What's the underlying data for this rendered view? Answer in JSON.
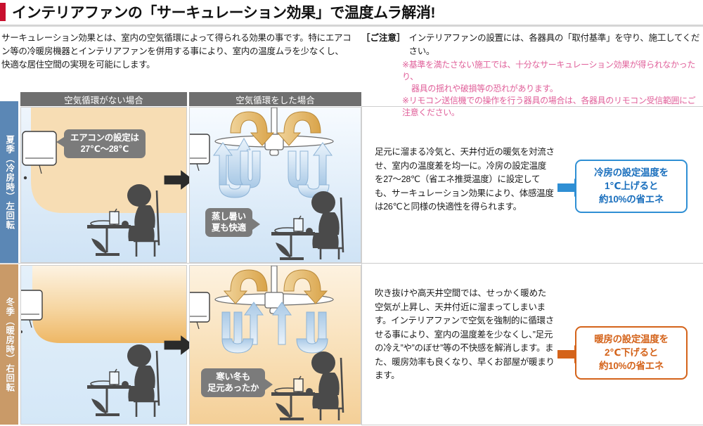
{
  "header": {
    "title": "インテリアファンの「サーキュレーション効果」で温度ムラ解消!",
    "accent_color": "#c8102e"
  },
  "intro": {
    "left_text": "サーキュレーション効果とは、室内の空気循環によって得られる効果の事です。特にエアコン等の冷暖房機器とインテリアファンを併用する事により、室内の温度ムラを少なくし、快適な居住空間の実現を可能にします。",
    "notice_label": "［ご注意］",
    "notice_main": "インテリアファンの設置には、各器具の「取付基準」を守り、施工してください。",
    "notice_items": [
      "※基準を満たさない施工では、十分なサーキュレーション効果が得られなかったり、",
      "器具の揺れや破損等の恐れがあります。",
      "※リモコン送信機での操作を行う器具の場合は、各器具のリモコン受信範囲にご注意ください。"
    ],
    "notice_color": "#e0609a"
  },
  "diagram": {
    "column_headers": [
      "空気循環がない場合",
      "空気循環をした場合"
    ],
    "rows": [
      {
        "side_label": "夏季（冷房時）左回転",
        "side_color": "#5b87b5",
        "left_bubble": "エアコンの設定は\n27℃〜28℃",
        "left_bubble_line1": "エアコンの設定は",
        "left_bubble_line2": "27℃〜28℃",
        "right_bubble_line1": "蒸し暑い",
        "right_bubble_line2": "夏も快適",
        "description": "足元に溜まる冷気と、天井付近の暖気を対流させ、室内の温度差を均一に。冷房の設定温度を27〜28℃（省エネ推奨温度）に設定しても、サーキュレーション効果により、体感温度は26℃と同様の快適性を得られます。",
        "callout_line1": "冷房の設定温度を",
        "callout_line2": "1℃上げると",
        "callout_line3": "約10%の省エネ",
        "callout_color": "#1a6fbd",
        "callout_border": "#2f8fd4",
        "arrow_color": "#2f8fd4"
      },
      {
        "side_label": "冬季（暖房時）右回転",
        "side_color": "#c99a68",
        "right_bubble_line1": "寒い冬も",
        "right_bubble_line2": "足元あったか",
        "description": "吹き抜けや高天井空間では、せっかく暖めた空気が上昇し、天井付近に溜まってしまいます。インテリアファンで空気を強制的に循環させる事により、室内の温度差を少なくし、”足元の冷え”や”のぼせ”等の不快感を解消します。また、暖房効率も良くなり、早くお部屋が暖まります。",
        "callout_line1": "暖房の設定温度を",
        "callout_line2": "2℃下げると",
        "callout_line3": "約10%の省エネ",
        "callout_color": "#d4631a",
        "callout_border": "#d4631a",
        "arrow_color": "#d4631a"
      }
    ],
    "colors": {
      "warm_air": "#f6dcb0",
      "cool_air": "#d6e7f6",
      "arrow_warm": "#e0a94e",
      "arrow_cool": "#b9d6ef",
      "header_bg": "#6f6f6f",
      "bubble_bg": "#7b7b7b",
      "figure": "#4a4a4a",
      "black_arrow": "#2b2b2b"
    }
  }
}
